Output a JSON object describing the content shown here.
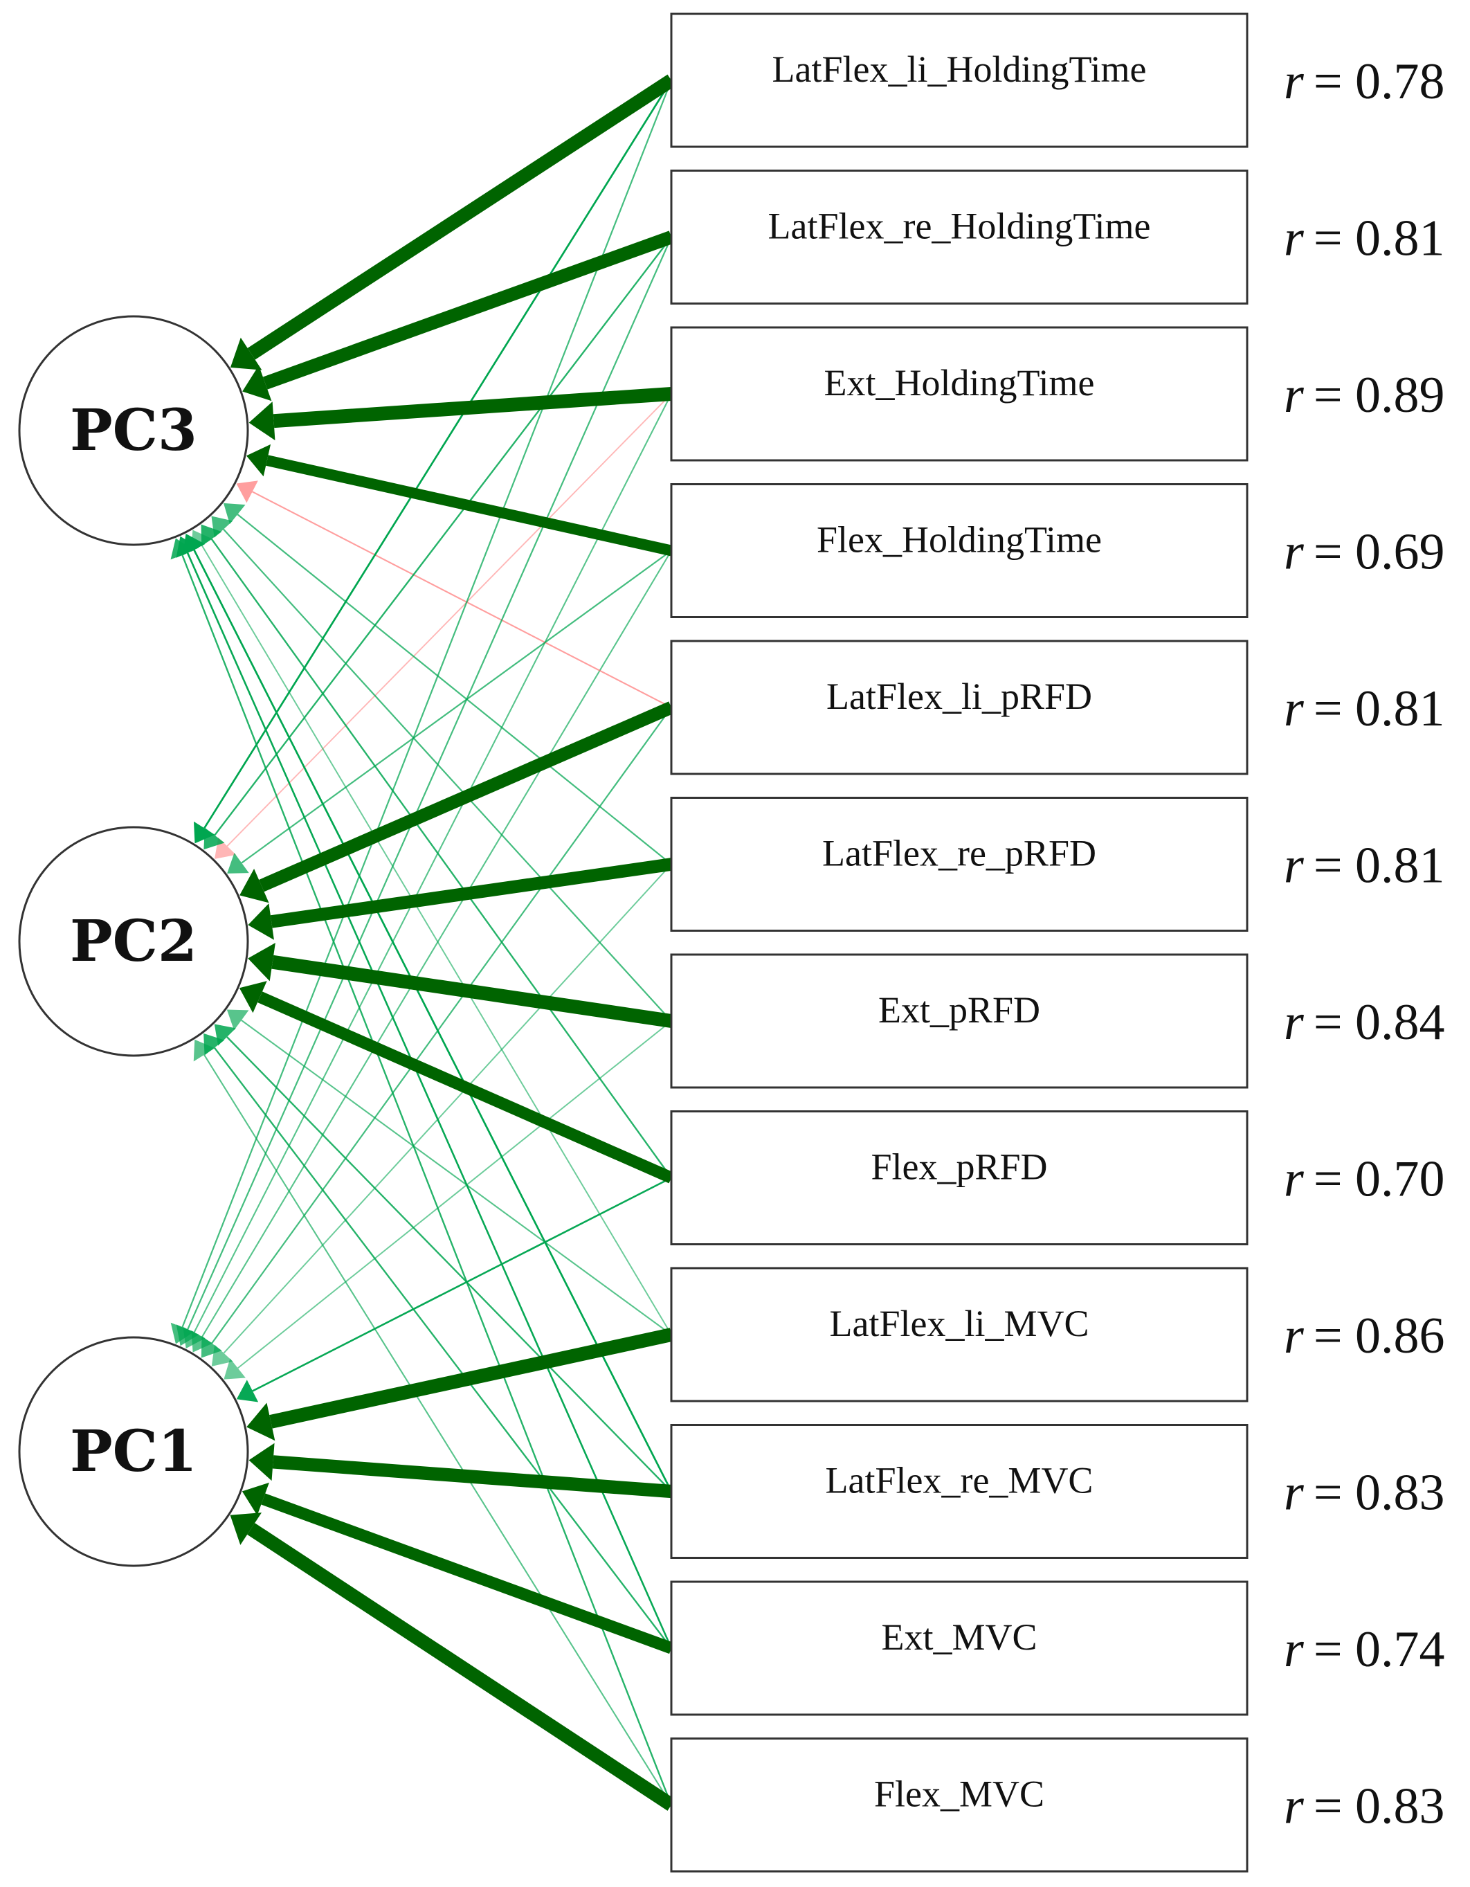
{
  "diagram": {
    "components": [
      {
        "id": "PC3",
        "label": "PC3"
      },
      {
        "id": "PC2",
        "label": "PC2"
      },
      {
        "id": "PC1",
        "label": "PC1"
      }
    ],
    "variables": [
      {
        "label": "LatFlex_li_HoldingTime",
        "r_symbol": "r",
        "r_value": "= 0.78",
        "main": "PC3",
        "loadings": {
          "PC3": 1.0,
          "PC2": 0.2,
          "PC1": 0.12
        }
      },
      {
        "label": "LatFlex_re_HoldingTime",
        "r_symbol": "r",
        "r_value": "= 0.81",
        "main": "PC3",
        "loadings": {
          "PC3": 0.95,
          "PC2": 0.15,
          "PC1": 0.12
        }
      },
      {
        "label": "Ext_HoldingTime",
        "r_symbol": "r",
        "r_value": "= 0.89",
        "main": "PC3",
        "loadings": {
          "PC3": 1.0,
          "PC2": -0.06,
          "PC1": 0.1
        }
      },
      {
        "label": "Flex_HoldingTime",
        "r_symbol": "r",
        "r_value": "= 0.69",
        "main": "PC3",
        "loadings": {
          "PC3": 0.7,
          "PC2": 0.12,
          "PC1": 0.1
        }
      },
      {
        "label": "LatFlex_li_pRFD",
        "r_symbol": "r",
        "r_value": "= 0.81",
        "main": "PC2",
        "loadings": {
          "PC2": 0.92,
          "PC3": -0.1,
          "PC1": 0.12
        }
      },
      {
        "label": "LatFlex_re_pRFD",
        "r_symbol": "r",
        "r_value": "= 0.81",
        "main": "PC2",
        "loadings": {
          "PC2": 0.9,
          "PC3": 0.12,
          "PC1": 0.08
        }
      },
      {
        "label": "Ext_pRFD",
        "r_symbol": "r",
        "r_value": "= 0.84",
        "main": "PC2",
        "loadings": {
          "PC2": 1.0,
          "PC3": 0.12,
          "PC1": 0.08
        }
      },
      {
        "label": "Flex_pRFD",
        "r_symbol": "r",
        "r_value": "= 0.70",
        "main": "PC2",
        "loadings": {
          "PC2": 0.8,
          "PC3": 0.15,
          "PC1": 0.18
        }
      },
      {
        "label": "LatFlex_li_MVC",
        "r_symbol": "r",
        "r_value": "= 0.86",
        "main": "PC1",
        "loadings": {
          "PC1": 1.0,
          "PC3": 0.08,
          "PC2": 0.1
        }
      },
      {
        "label": "LatFlex_re_MVC",
        "r_symbol": "r",
        "r_value": "= 0.83",
        "main": "PC1",
        "loadings": {
          "PC1": 0.95,
          "PC3": 0.2,
          "PC2": 0.15
        }
      },
      {
        "label": "Ext_MVC",
        "r_symbol": "r",
        "r_value": "= 0.74",
        "main": "PC1",
        "loadings": {
          "PC1": 0.8,
          "PC3": 0.18,
          "PC2": 0.15
        }
      },
      {
        "label": "Flex_MVC",
        "r_symbol": "r",
        "r_value": "= 0.83",
        "main": "PC1",
        "loadings": {
          "PC1": 1.0,
          "PC3": 0.15,
          "PC2": 0.1
        }
      }
    ],
    "colors": {
      "positive": "#006400",
      "positive_light": "#00a650",
      "negative": "#ff6b6b",
      "node_stroke": "#333333",
      "box_stroke": "#333333",
      "text": "#111111"
    }
  }
}
